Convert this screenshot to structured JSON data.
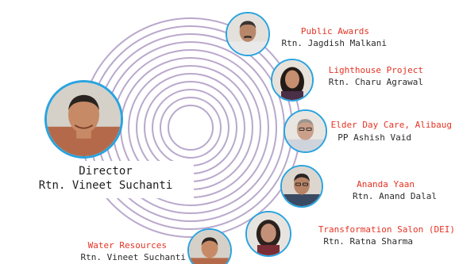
{
  "director": {
    "title": "Director",
    "name": "Rtn. Vineet Suchanti"
  },
  "projects": [
    {
      "role": "Public Awards",
      "person": "Rtn. Jagdish Malkani",
      "portrait": "man-mustache-portrait"
    },
    {
      "role": "Lighthouse Project",
      "person": "Rtn. Charu Agrawal",
      "portrait": "woman-dark-hair-portrait"
    },
    {
      "role": "Elder Day Care, Alibaug",
      "person": "PP Ashish Vaid",
      "portrait": "man-glasses-portrait"
    },
    {
      "role": "Ananda Yaan",
      "person": "Rtn. Anand Dalal",
      "portrait": "man-glasses-smiling-portrait"
    },
    {
      "role": "Transformation Salon (DEI)",
      "person": "Rtn. Ratna Sharma",
      "portrait": "woman-short-hair-portrait"
    },
    {
      "role": "Water Resources",
      "person": "Rtn. Vineet Suchanti",
      "portrait": "man-smiling-portrait"
    }
  ],
  "colors": {
    "accent_blue": "#29a3df",
    "role_red": "#e53323",
    "ring_lavender": "#b9a8cc"
  }
}
